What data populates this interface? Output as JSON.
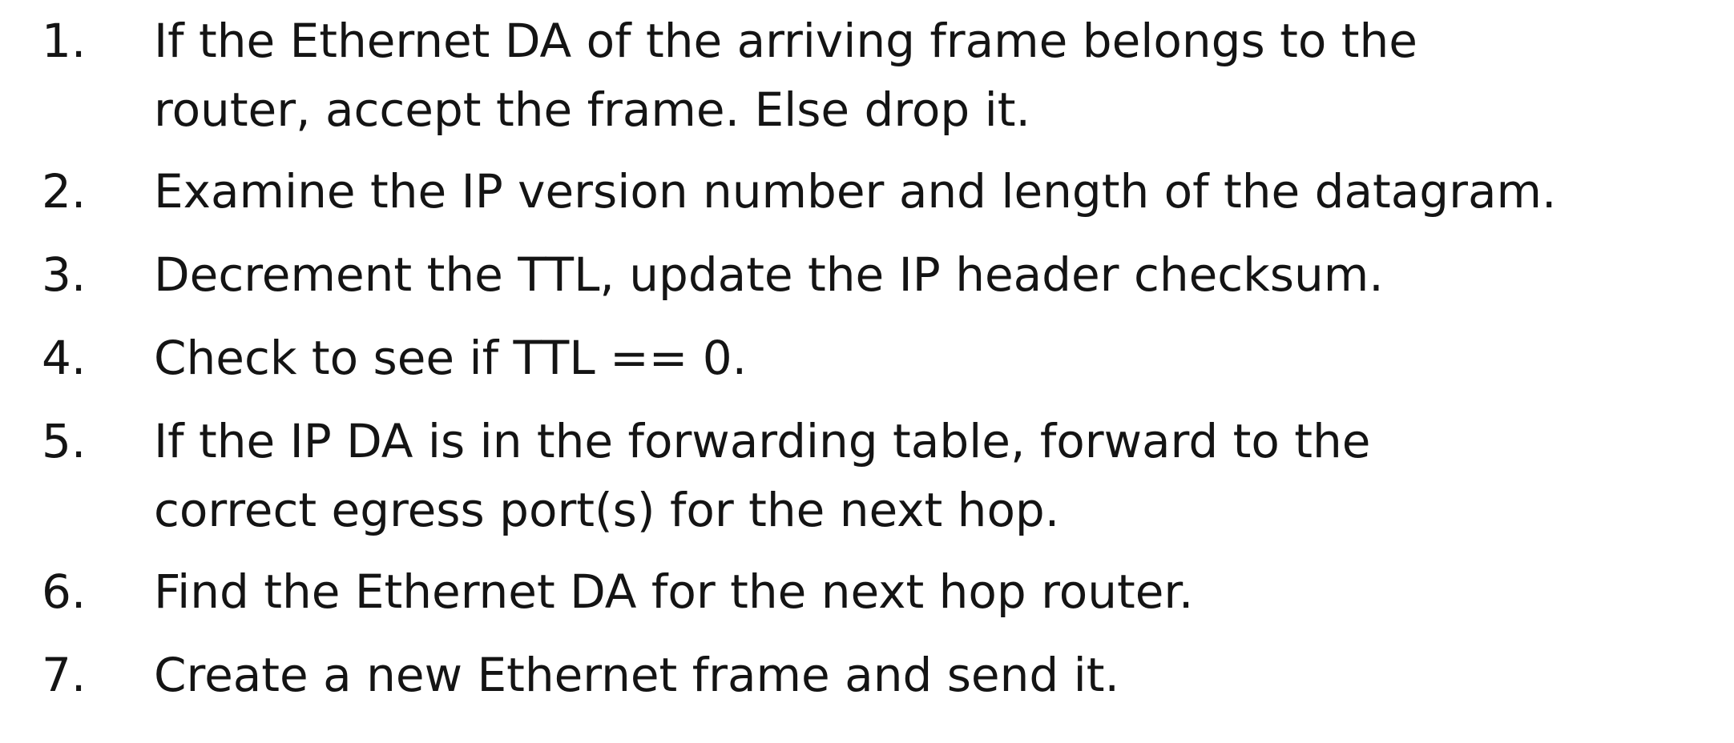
{
  "steps": [
    {
      "number": "1.",
      "lines": [
        "If the Ethernet DA of the arriving frame belongs to the",
        "router, accept the frame. Else drop it."
      ]
    },
    {
      "number": "2.",
      "lines": [
        "Examine the IP version number and length of the datagram."
      ]
    },
    {
      "number": "3.",
      "lines": [
        "Decrement the TTL, update the IP header checksum."
      ]
    },
    {
      "number": "4.",
      "lines": [
        "Check to see if TTL == 0."
      ]
    },
    {
      "number": "5.",
      "lines": [
        "If the IP DA is in the forwarding table, forward to the",
        "correct egress port(s) for the next hop."
      ]
    },
    {
      "number": "6.",
      "lines": [
        "Find the Ethernet DA for the next hop router."
      ]
    },
    {
      "number": "7.",
      "lines": [
        "Create a new Ethernet frame and send it."
      ]
    }
  ]
}
